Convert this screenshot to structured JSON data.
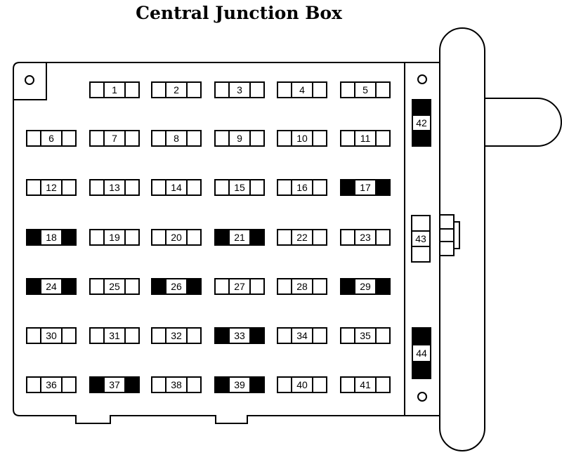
{
  "title": "Central Junction Box",
  "colors": {
    "outline": "#000000",
    "fill": "#ffffff",
    "black": "#000000"
  },
  "fuses": [
    {
      "label": "1",
      "dark": false
    },
    {
      "label": "2",
      "dark": false
    },
    {
      "label": "3",
      "dark": false
    },
    {
      "label": "4",
      "dark": false
    },
    {
      "label": "5",
      "dark": false
    },
    {
      "label": "6",
      "dark": false
    },
    {
      "label": "7",
      "dark": false
    },
    {
      "label": "8",
      "dark": false
    },
    {
      "label": "9",
      "dark": false
    },
    {
      "label": "10",
      "dark": false
    },
    {
      "label": "11",
      "dark": false
    },
    {
      "label": "12",
      "dark": false
    },
    {
      "label": "13",
      "dark": false
    },
    {
      "label": "14",
      "dark": false
    },
    {
      "label": "15",
      "dark": false
    },
    {
      "label": "16",
      "dark": false
    },
    {
      "label": "17",
      "dark": true
    },
    {
      "label": "18",
      "dark": true
    },
    {
      "label": "19",
      "dark": false
    },
    {
      "label": "20",
      "dark": false
    },
    {
      "label": "21",
      "dark": true
    },
    {
      "label": "22",
      "dark": false
    },
    {
      "label": "23",
      "dark": false
    },
    {
      "label": "24",
      "dark": true
    },
    {
      "label": "25",
      "dark": false
    },
    {
      "label": "26",
      "dark": true
    },
    {
      "label": "27",
      "dark": false
    },
    {
      "label": "28",
      "dark": false
    },
    {
      "label": "29",
      "dark": true
    },
    {
      "label": "30",
      "dark": false
    },
    {
      "label": "31",
      "dark": false
    },
    {
      "label": "32",
      "dark": false
    },
    {
      "label": "33",
      "dark": true
    },
    {
      "label": "34",
      "dark": false
    },
    {
      "label": "35",
      "dark": false
    },
    {
      "label": "36",
      "dark": false
    },
    {
      "label": "37",
      "dark": true
    },
    {
      "label": "38",
      "dark": false
    },
    {
      "label": "39",
      "dark": true
    },
    {
      "label": "40",
      "dark": false
    },
    {
      "label": "41",
      "dark": false
    }
  ],
  "relays": [
    {
      "label": "42",
      "dark": true
    },
    {
      "label": "43",
      "dark": false
    },
    {
      "label": "44",
      "dark": true
    }
  ]
}
